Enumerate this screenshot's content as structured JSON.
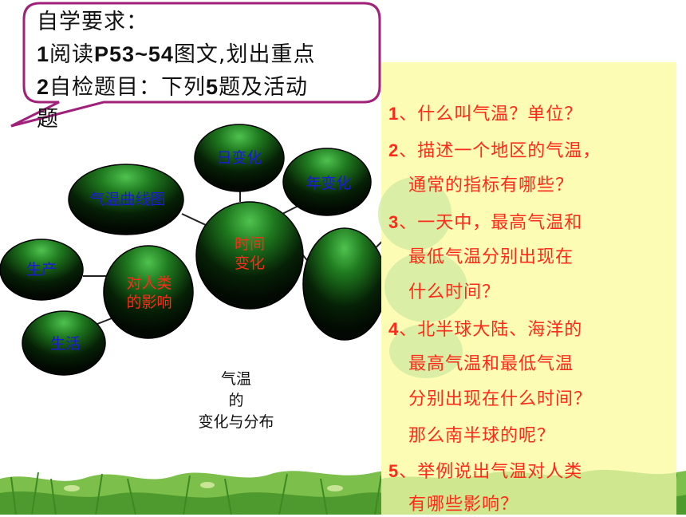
{
  "callout": {
    "line1": "自学要求：",
    "line2_num": "1",
    "line2_a": "阅读",
    "line2_b": "P53~54",
    "line2_c": "图文,划出重点",
    "line3_num": "2",
    "line3_a": "自检题目：下列",
    "line3_b": "5",
    "line3_c": "题及活动",
    "line4": "题"
  },
  "diagram": {
    "center_title": [
      "气温",
      "的",
      "变化与分布"
    ],
    "nodes": {
      "daily_change": "日变化",
      "annual_change": "年变化",
      "temperature_curve": "气温曲线图",
      "time_change": [
        "时间",
        "变化"
      ],
      "production": "生产",
      "impact_on_humans": [
        "对人类",
        "的影响"
      ],
      "life": "生活"
    }
  },
  "questions": {
    "items": [
      {
        "num": "1",
        "lines": [
          "、什么叫气温？单位？"
        ]
      },
      {
        "num": "2",
        "lines": [
          "、描述一个地区的气温，",
          "通常的指标有哪些？"
        ]
      },
      {
        "num": "3",
        "lines": [
          "、一天中，最高气温和",
          "最低气温分别出现在",
          "什么时间？"
        ]
      },
      {
        "num": "4",
        "lines": [
          "、北半球大陆、海洋的",
          "最高气温和最低气温",
          "分别出现在什么时间？",
          "那么南半球的呢？"
        ]
      },
      {
        "num": "5",
        "lines": [
          "、举例说出气温对人类",
          "有哪些影响？"
        ]
      }
    ]
  },
  "colors": {
    "callout_border": "#a0207a",
    "node_dark": "#0a2a0a",
    "node_light": "#3aa63a",
    "label_blue": "#1a1ad6",
    "label_red": "#ff2a1a",
    "panel_yellow": "#fcfcb4"
  }
}
